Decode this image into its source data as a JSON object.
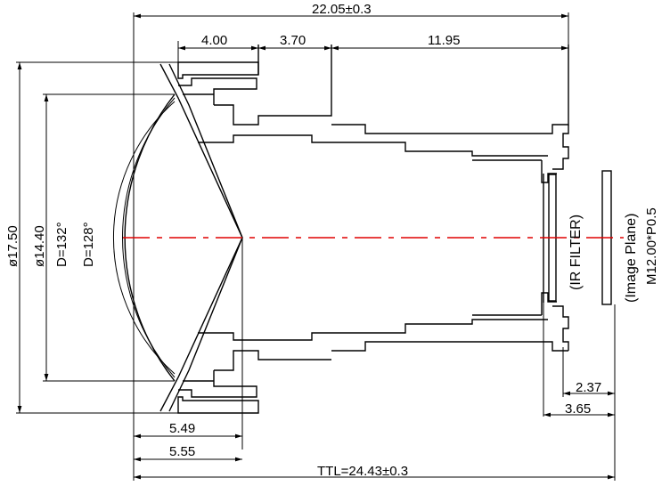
{
  "drawing": {
    "dimensions": {
      "overall_width": "22.05±0.3",
      "front_section": "4.00",
      "middle_section": "3.70",
      "rear_section": "11.95",
      "outer_diameter": "ø17.50",
      "glass_diameter": "ø14.40",
      "dome_outer": "D=132°",
      "dome_inner": "D=128°",
      "lens_depth_a": "5.49",
      "lens_depth_b": "5.55",
      "filter_gap": "2.37",
      "image_plane_gap": "3.65",
      "total_track_length": "TTL=24.43±0.3"
    },
    "labels": {
      "ir_filter": "(IR FILTER)",
      "image_plane": "(Image Plane)",
      "thread": "M12.00*P0.5"
    },
    "colors": {
      "line": "#000000",
      "optical_axis": "#e00000",
      "background": "#ffffff"
    }
  }
}
